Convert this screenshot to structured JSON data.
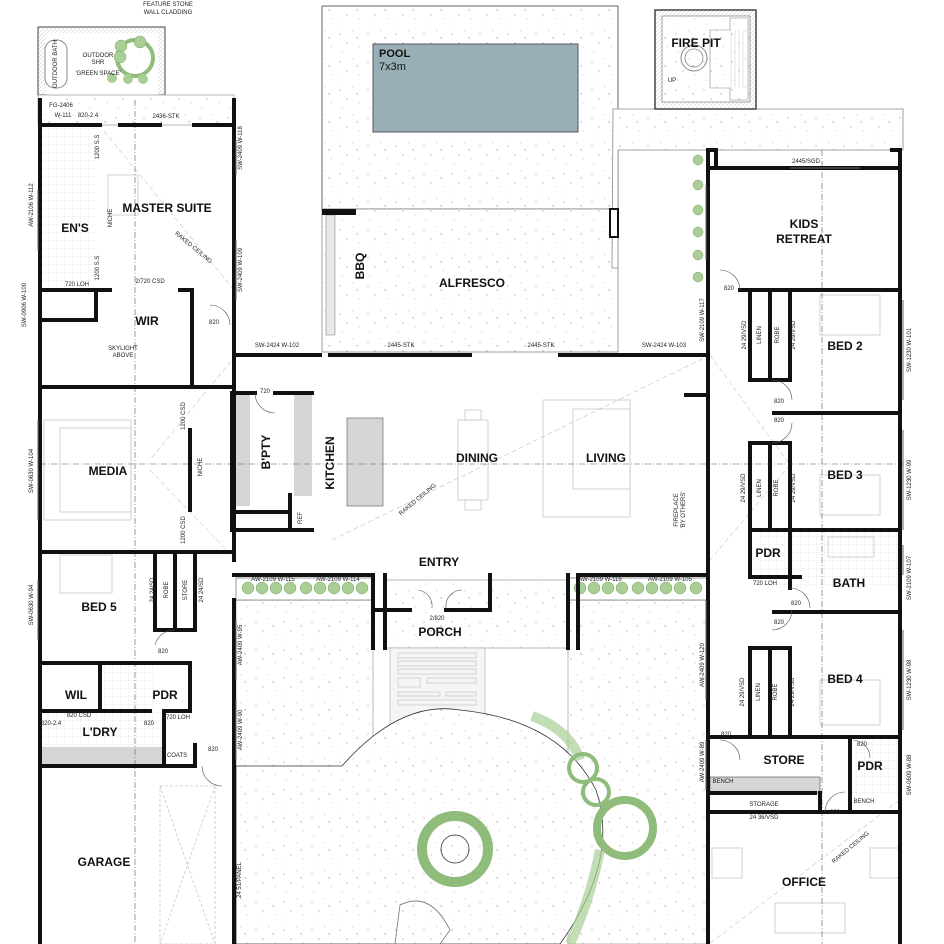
{
  "plan": {
    "colors": {
      "wall": "#111111",
      "pool": "#98b0b5",
      "paving": "#ffffff",
      "planting": "#a9cf96",
      "planting_dark": "#7fb06a",
      "benchtop": "#d6d6d6",
      "fixture_line": "#9a9a9a"
    },
    "rooms": {
      "master_suite": "MASTER SUITE",
      "ensuite": "EN'S",
      "wir": "WIR",
      "media": "MEDIA",
      "bed5": "BED 5",
      "wil": "WIL",
      "pdr_left": "PDR",
      "laundry": "L'DRY",
      "garage": "GARAGE",
      "pool": "POOL",
      "pool_size": "7x3m",
      "alfresco": "ALFRESCO",
      "bbq": "BBQ",
      "fire_pit": "FIRE PIT",
      "kids_retreat_1": "KIDS",
      "kids_retreat_2": "RETREAT",
      "bed2": "BED 2",
      "bed3": "BED 3",
      "bed4": "BED 4",
      "pdr_right_upper": "PDR",
      "bath": "BATH",
      "store": "STORE",
      "pdr_right_lower": "PDR",
      "office": "OFFICE",
      "butlers_pantry": "B'PTY",
      "kitchen": "KITCHEN",
      "dining": "DINING",
      "living": "LIVING",
      "entry": "ENTRY",
      "porch": "PORCH"
    },
    "annotations": {
      "feature_stone_1": "FEATURE STONE",
      "feature_stone_2": "WALL CLADDING",
      "outdoor_bath": "OUTDOOR BATH",
      "outdoor_shr_1": "OUTDOOR",
      "outdoor_shr_2": "SHR",
      "green_space": "'GREEN SPACE'",
      "fg_2406": "FG-2406",
      "w_111": "W-111",
      "d_820_24": "820-2.4",
      "stk_2436": "2436-STK",
      "niche_master": "NICHE",
      "raked_ceiling_master": "RAKED CEILING",
      "ss_1200_top": "1200 S.S",
      "ss_1200_bot": "1200 S.S",
      "aw_2106": "AW-2106 W-112",
      "sw_2409_118": "SW-2409 W-118",
      "sw_2409_109": "SW-2409 W-109",
      "loh_720": "720 LOH",
      "csd_2720": "2/720 CSD",
      "sw_0906": "SW-0906 W-100",
      "skylight_1": "SKYLIGHT",
      "skylight_2": "ABOVE",
      "d820_wir": "820",
      "sw_2424_102": "SW-2424 W-102",
      "stk_2445_a": "2445-STK",
      "stk_2445_b": "2445-STK",
      "sw_2424_103": "SW-2424 W-103",
      "sw_2109_117": "SW-2109 W-117",
      "sgd_2445": "2445/SGD",
      "up": "UP",
      "d820_kids": "820",
      "vsd_2429_a": "24 29/VSD",
      "vsd_2429_b": "24 29/VSD",
      "linen_a": "LINEN",
      "robe_a": "ROBE",
      "sw_1230_101": "SW-1230 W-101",
      "d820_bed2": "820",
      "d820_bed3": "820",
      "vsd_2429_c": "24 29/VSD",
      "vsd_2429_d": "24 29/VSD",
      "linen_b": "LINEN",
      "robe_b": "ROBE",
      "sw_1230_99": "SW-1230 W-99",
      "loh_720_r": "720 LOH",
      "d820_bath": "820",
      "d820_bed4": "820",
      "sw_2109_107": "SW-2109 W-107",
      "vsd_2429_e": "24 29/VSD",
      "vsd_2429_f": "24 29/VSD",
      "linen_c": "LINEN",
      "robe_c": "ROBE",
      "sw_1230_98": "SW-1230 W-98",
      "aw_2409_120": "AW-2409 W-120",
      "aw_2409_89": "AW-2409 W-89",
      "d820_store": "820",
      "bench_store": "BENCH",
      "storage": "STORAGE",
      "vsd_2436": "24 36/VSD",
      "d820_pdr": "820",
      "d820_office": "820",
      "bench_pdr": "BENCH",
      "sw_0609_88": "SW-0609 W-88",
      "raked_ceiling_office": "RAKED CEILING",
      "sw_0630_104": "SW-0630 W-104",
      "csd_1200_top": "1200 CSD",
      "csd_1200_bot": "1200 CSD",
      "niche_media": "NICHE",
      "d720_bpty": "720",
      "ref": "REF",
      "raked_ceiling_living": "RAKED CEILING",
      "fireplace_1": "FIREPLACE",
      "fireplace_2": "'BY OTHERS'",
      "sw_0630_94": "SW-0630 W-94",
      "vsd_2424_a": "24 24/SD",
      "robe_bed5": "ROBE",
      "store_bed5": "STORE",
      "vsd_2424_b": "24 24/SD",
      "d820_bed5": "820",
      "csd_820": "820 CSD",
      "d820_24_l": "820-2.4",
      "d820_ldry": "820",
      "loh_720_l": "720 LOH",
      "coats": "COATS",
      "d820_garage": "820",
      "aw_2409_95": "AW-2409 W-95",
      "aw_2409_90": "AW-2409 W-90",
      "aw_2109_115": "AW-2109 W-115",
      "aw_2109_114": "AW-2109 W-114",
      "aw_2109_116": "AW-2109 W-116",
      "aw_2109_105": "AW-2109 W-105",
      "d2820": "2/820",
      "panel_2451": "24 51/PANEL"
    }
  }
}
